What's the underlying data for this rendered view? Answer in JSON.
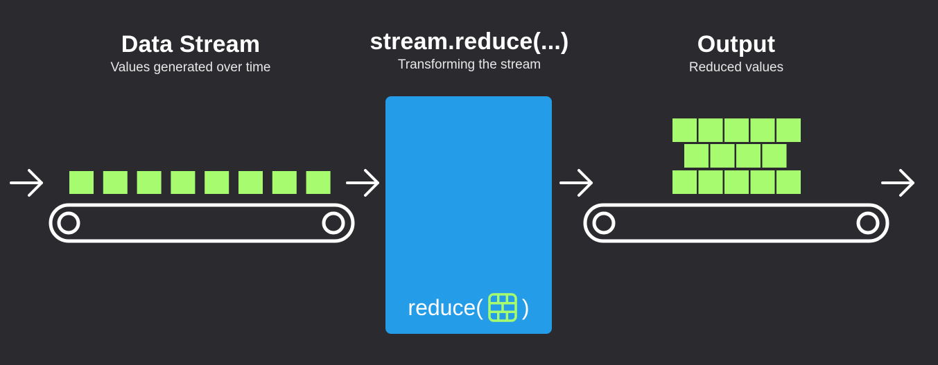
{
  "sections": {
    "stream": {
      "title": "Data Stream",
      "subtitle": "Values generated over time"
    },
    "reduce": {
      "title": "stream.reduce(...)",
      "subtitle": "Transforming the stream"
    },
    "output": {
      "title": "Output",
      "subtitle": "Reduced values"
    }
  },
  "reduce_box": {
    "function_name": "reduce(",
    "closing": ")",
    "accumulator_icon": "brick-wall-icon"
  },
  "stream_values_count": 8,
  "output_wall_rows": [
    5,
    4,
    5
  ],
  "colors": {
    "background": "#2b2b2f",
    "value": "#a6fb6e",
    "reduce_box": "#259ce8",
    "line": "#ffffff"
  }
}
